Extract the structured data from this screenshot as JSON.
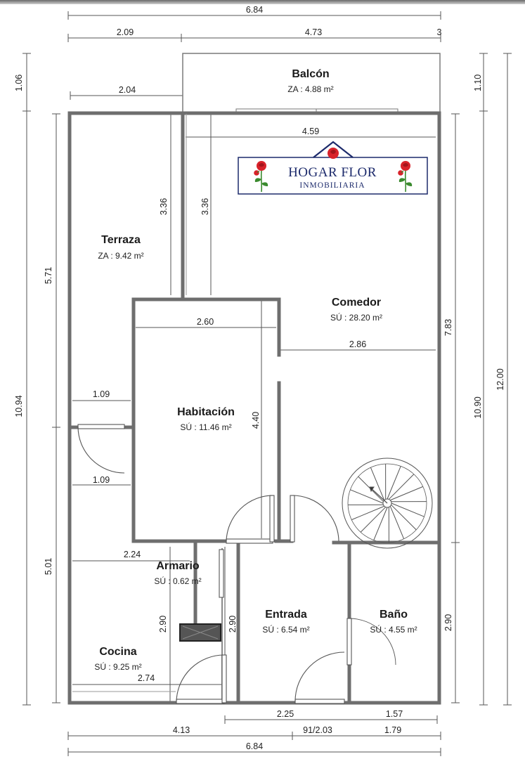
{
  "dimensions": {
    "top_total": "6.84",
    "top_left": "2.09",
    "top_mid": "4.73",
    "top_right": "3",
    "left_top": "1.06",
    "terrace_width": "2.04",
    "right_top": "1.10",
    "comedor_width": "4.59",
    "left_upper": "5.71",
    "terraza_v1": "3.36",
    "terraza_v2": "3.36",
    "habitacion_width": "2.60",
    "comedor_inner": "2.86",
    "right_mid": "7.83",
    "right_full": "10.90",
    "right_total": "12.00",
    "left_full": "10.94",
    "passage_width_1": "1.09",
    "passage_width_2": "1.09",
    "habitacion_height": "4.40",
    "left_lower": "5.01",
    "cocina_top_width": "2.24",
    "cocina_height": "2.90",
    "entrada_height": "2.90",
    "bano_height": "2.90",
    "cocina_width": "2.74",
    "entrada_width": "2.25",
    "bano_width": "1.57",
    "bottom_left": "4.13",
    "bottom_mid": "91/2.03",
    "bottom_right": "1.79",
    "bottom_total": "6.84"
  },
  "rooms": {
    "balcon": {
      "name": "Balcón",
      "area": "ZA : 4.88 m²"
    },
    "terraza": {
      "name": "Terraza",
      "area": "ZA : 9.42 m²"
    },
    "comedor": {
      "name": "Comedor",
      "area": "SÚ : 28.20 m²"
    },
    "habitacion": {
      "name": "Habitación",
      "area": "SÚ : 11.46 m²"
    },
    "armario": {
      "name": "Armario",
      "area": "SÚ : 0.62 m²"
    },
    "entrada": {
      "name": "Entrada",
      "area": "SÚ : 6.54 m²"
    },
    "bano": {
      "name": "Baño",
      "area": "SÚ : 4.55 m²"
    },
    "cocina": {
      "name": "Cocina",
      "area": "SÚ : 9.25 m²"
    }
  },
  "logo": {
    "name": "HOGAR FLOR",
    "subtitle": "INMOBILIARIA",
    "colors": {
      "border": "#1c2a6b",
      "rose": "#d8222a",
      "stem": "#3a8a2e",
      "text": "#1c2a6b"
    }
  },
  "colors": {
    "wall": "#6e6e6e",
    "dimension_line": "#555555",
    "background": "#ffffff"
  }
}
